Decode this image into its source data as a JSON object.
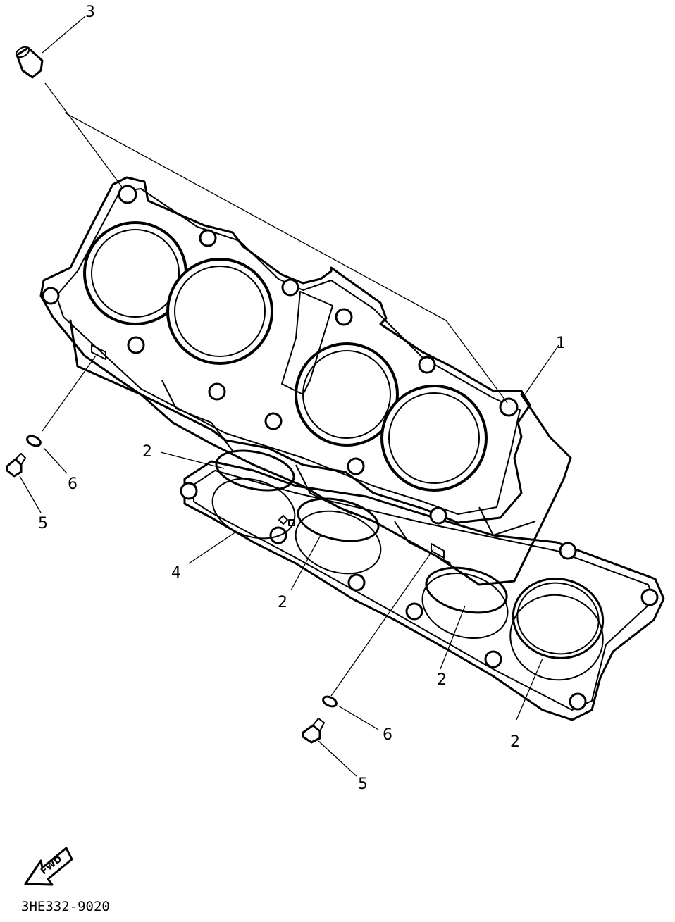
{
  "diagram": {
    "callouts": {
      "c3": "3",
      "c1": "1",
      "c2a": "2",
      "c2b": "2",
      "c2c": "2",
      "c2d": "2",
      "c4": "4",
      "c6a": "6",
      "c5a": "5",
      "c6b": "6",
      "c5b": "5"
    },
    "fwd_label": "FWD",
    "diagram_code": "3HE332-9020"
  }
}
